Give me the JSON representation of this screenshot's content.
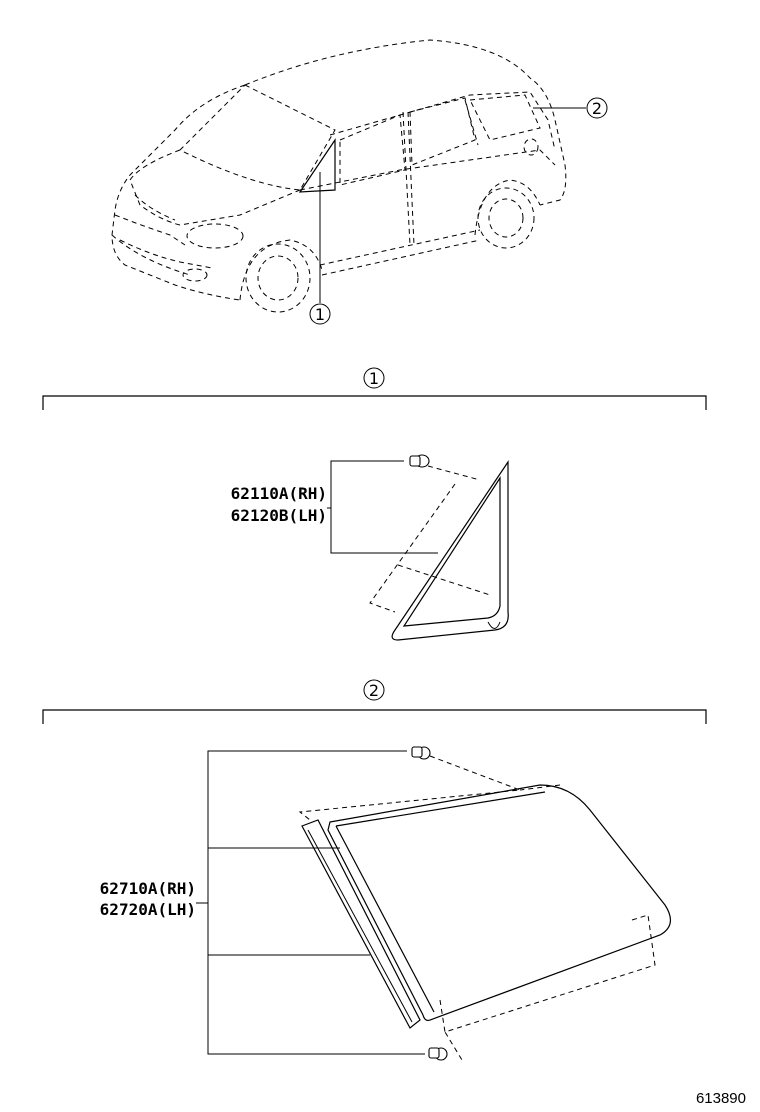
{
  "callouts": {
    "c1": "1",
    "c2": "2"
  },
  "sections": [
    {
      "number": "1",
      "part_rh": "62110A(RH)",
      "part_lh": "62120B(LH)"
    },
    {
      "number": "2",
      "part_rh": "62710A(RH)",
      "part_lh": "62720A(LH)"
    }
  ],
  "figure_code": "613890"
}
